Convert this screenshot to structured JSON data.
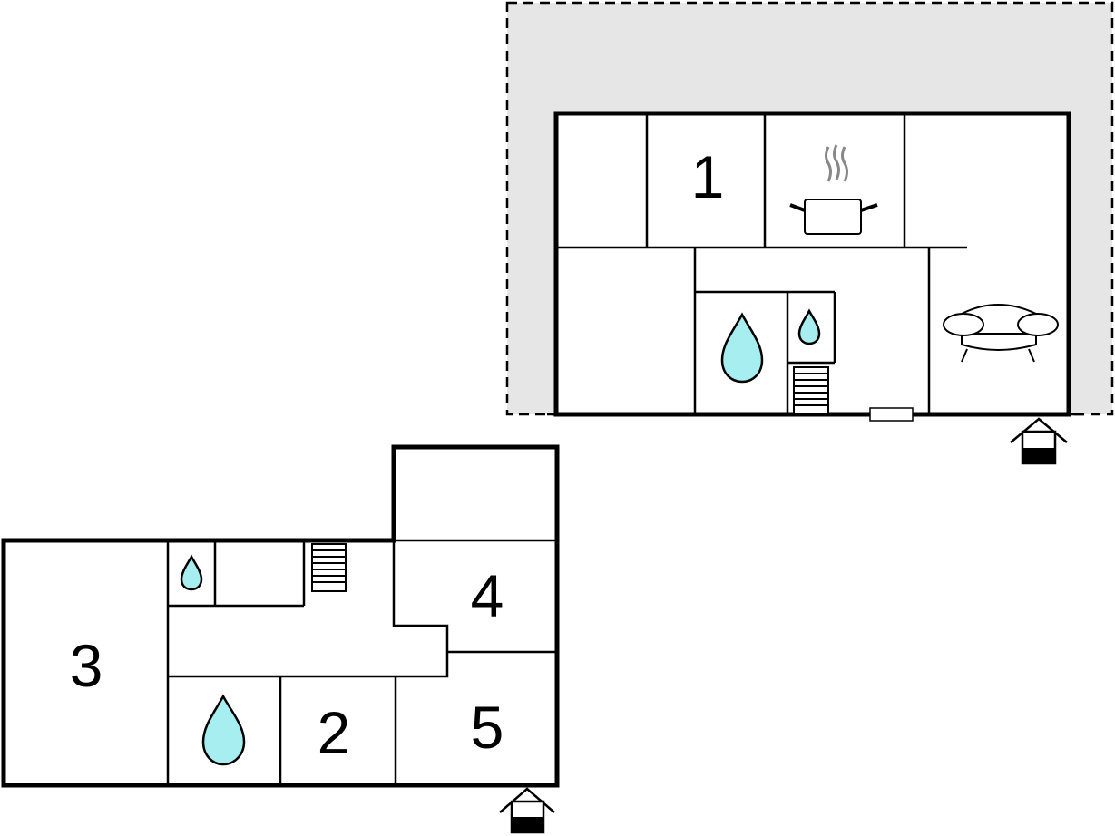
{
  "floors": {
    "ground": {
      "rooms": [
        {
          "id": "room-3",
          "label": "3"
        },
        {
          "id": "room-2",
          "label": "2"
        },
        {
          "id": "room-4",
          "label": "4"
        },
        {
          "id": "room-5",
          "label": "5"
        }
      ],
      "icons": [
        "shower-icon",
        "bath-icon",
        "stairs-icon",
        "entrance-icon"
      ]
    },
    "upper": {
      "rooms": [
        {
          "id": "room-1",
          "label": "1"
        }
      ],
      "icons": [
        "kitchen-pot-icon",
        "bath-icon",
        "shower-icon",
        "stairs-icon",
        "sofa-icon",
        "entrance-icon"
      ]
    }
  },
  "colors": {
    "water": "#a6eef0",
    "terrace": "#e6e6e6",
    "wall": "#000000",
    "steam": "#888888"
  }
}
